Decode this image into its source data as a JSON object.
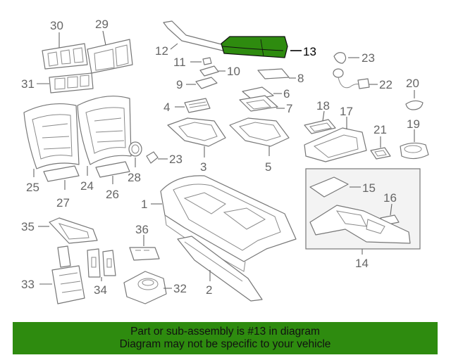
{
  "highlight_color": "#2e8b0f",
  "highlighted_part": "13",
  "callouts": {
    "p1": "1",
    "p2": "2",
    "p3": "3",
    "p4": "4",
    "p5": "5",
    "p6": "6",
    "p7": "7",
    "p8": "8",
    "p9": "9",
    "p10": "10",
    "p11": "11",
    "p12": "12",
    "p13": "13",
    "p14": "14",
    "p15": "15",
    "p16": "16",
    "p17": "17",
    "p18": "18",
    "p19": "19",
    "p20": "20",
    "p21": "21",
    "p22": "22",
    "p23a": "23",
    "p23b": "23",
    "p24": "24",
    "p25": "25",
    "p26": "26",
    "p27": "27",
    "p28": "28",
    "p29": "29",
    "p30": "30",
    "p31": "31",
    "p32": "32",
    "p33": "33",
    "p34": "34",
    "p35": "35",
    "p36": "36"
  },
  "footer": {
    "line1": "Part or sub-assembly is #13 in diagram",
    "line2": "Diagram may not be specific to your vehicle"
  }
}
